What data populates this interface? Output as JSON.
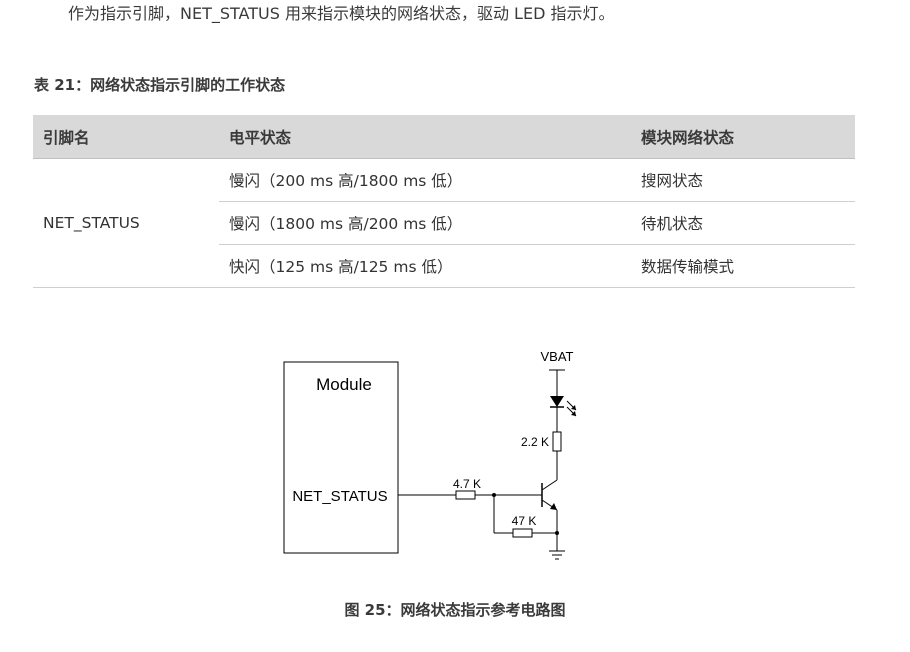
{
  "intro_text": "作为指示引脚，NET_STATUS 用来指示模块的网络状态，驱动 LED 指示灯。",
  "table": {
    "caption": "表 21：网络状态指示引脚的工作状态",
    "headers": [
      "引脚名",
      "电平状态",
      "模块网络状态"
    ],
    "pin_name": "NET_STATUS",
    "rows": [
      {
        "level": "慢闪（200 ms 高/1800 ms 低）",
        "status": "搜网状态"
      },
      {
        "level": "慢闪（1800 ms 高/200 ms 低）",
        "status": "待机状态"
      },
      {
        "level": "快闪（125 ms 高/125 ms 低）",
        "status": "数据传输模式"
      }
    ]
  },
  "circuit": {
    "module_label": "Module",
    "pin_label": "NET_STATUS",
    "supply_label": "VBAT",
    "resistor_base": "4.7 K",
    "resistor_pulldown": "47 K",
    "resistor_led": "2.2 K"
  },
  "figure_caption": "图 25：网络状态指示参考电路图"
}
